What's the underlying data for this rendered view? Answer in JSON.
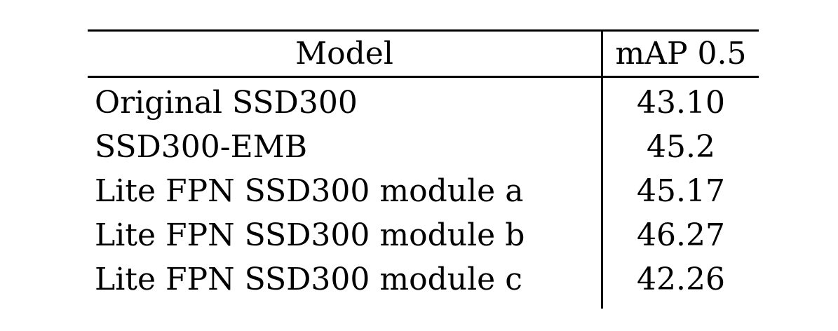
{
  "table": {
    "headers": {
      "model": "Model",
      "map": "mAP 0.5"
    },
    "rows": [
      {
        "model": "Original SSD300",
        "map": "43.10"
      },
      {
        "model": "SSD300-EMB",
        "map": "45.2"
      },
      {
        "model": "Lite FPN SSD300 module a",
        "map": "45.17"
      },
      {
        "model": "Lite FPN SSD300 module b",
        "map": "46.27"
      },
      {
        "model": "Lite FPN SSD300 module c",
        "map": "42.26"
      }
    ]
  }
}
